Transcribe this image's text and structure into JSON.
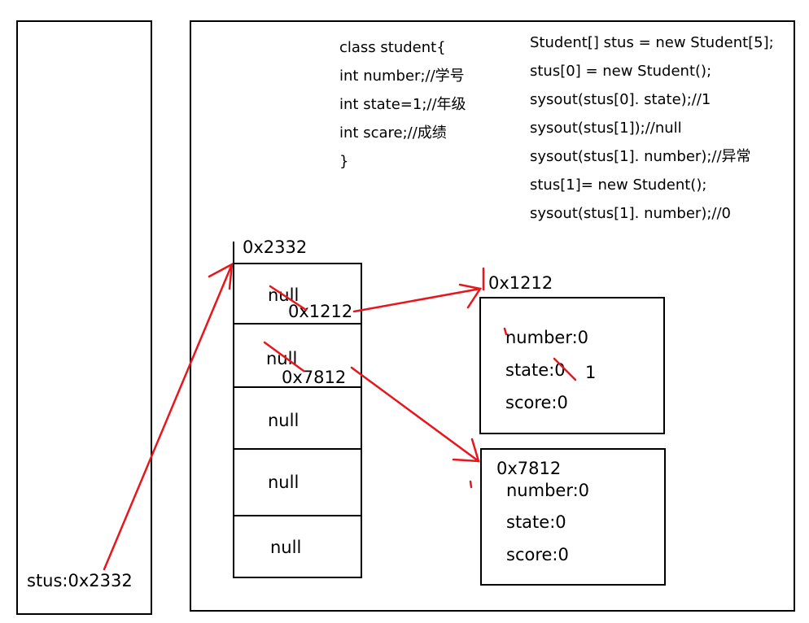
{
  "stack": {
    "var_label": "stus:0x2332"
  },
  "code_class": [
    "class student{",
    "int number;//学号",
    "int state=1;//年级",
    "int scare;//成绩",
    "}"
  ],
  "code_main": [
    "Student[] stus = new Student[5];",
    "stus[0] = new Student();",
    "sysout(stus[0]. state);//1",
    "sysout(stus[1]);//null",
    "sysout(stus[1]. number);//异常",
    "stus[1]= new Student();",
    "sysout(stus[1]. number);//0"
  ],
  "array": {
    "address": "0x2332",
    "cells": [
      "null",
      "null",
      "null",
      "null",
      "null"
    ],
    "ref0": "0x1212",
    "ref1": "0x7812"
  },
  "obj1": {
    "address": "0x1212",
    "fields": [
      "number:0",
      "state:0",
      "score:0"
    ],
    "state_new": "1"
  },
  "obj2": {
    "address": "0x7812",
    "fields": [
      "number:0",
      "state:0",
      "score:0"
    ]
  },
  "colors": {
    "ink": "#000000",
    "annotation": "#e8161c"
  }
}
